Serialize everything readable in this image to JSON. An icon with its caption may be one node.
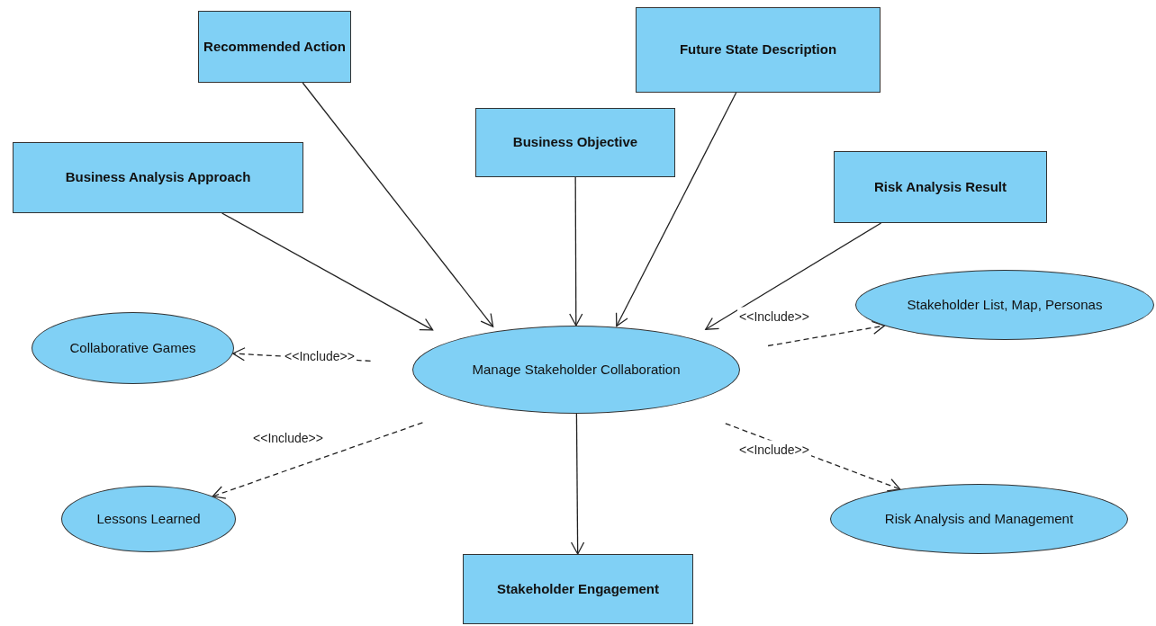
{
  "diagram": {
    "nodes": [
      {
        "text": [
          "Recommended Action"
        ]
      },
      {
        "text": [
          "Future State Description"
        ]
      },
      {
        "text": [
          "Business Objective"
        ]
      },
      {
        "text": [
          "Business Analysis Approach"
        ]
      },
      {
        "text": [
          "Risk Analysis Result"
        ]
      },
      {
        "text": [
          "Collaborative Games"
        ]
      },
      {
        "text": [
          "Manage Stakeholder Collaboration"
        ]
      },
      {
        "text": [
          "Stakeholder List, Map, Personas"
        ]
      },
      {
        "text": [
          "Lessons Learned"
        ]
      },
      {
        "text": [
          "Risk Analysis and Management"
        ]
      },
      {
        "text": [
          "Stakeholder Engagement"
        ]
      }
    ],
    "edges": [
      {
        "from": 0,
        "to": 6,
        "arrow": "to"
      },
      {
        "from": 1,
        "to": 6,
        "arrow": "to"
      },
      {
        "from": 2,
        "to": 6,
        "arrow": "to"
      },
      {
        "from": 3,
        "to": 6,
        "arrow": "to"
      },
      {
        "from": 4,
        "to": 6,
        "arrow": "to"
      },
      {
        "from": 6,
        "to": 5,
        "arrow": "to",
        "label": "<<Include>>",
        "style": "dashed"
      },
      {
        "from": 6,
        "to": 7,
        "arrow": "to",
        "label": "<<Include>>",
        "style": "dashed"
      },
      {
        "from": 6,
        "to": 8,
        "arrow": "to",
        "label": "<<Include>>",
        "style": "dashed"
      },
      {
        "from": 6,
        "to": 9,
        "arrow": "to",
        "label": "<<Include>>",
        "style": "dashed"
      },
      {
        "from": 6,
        "to": 10,
        "arrow": "to"
      }
    ]
  }
}
